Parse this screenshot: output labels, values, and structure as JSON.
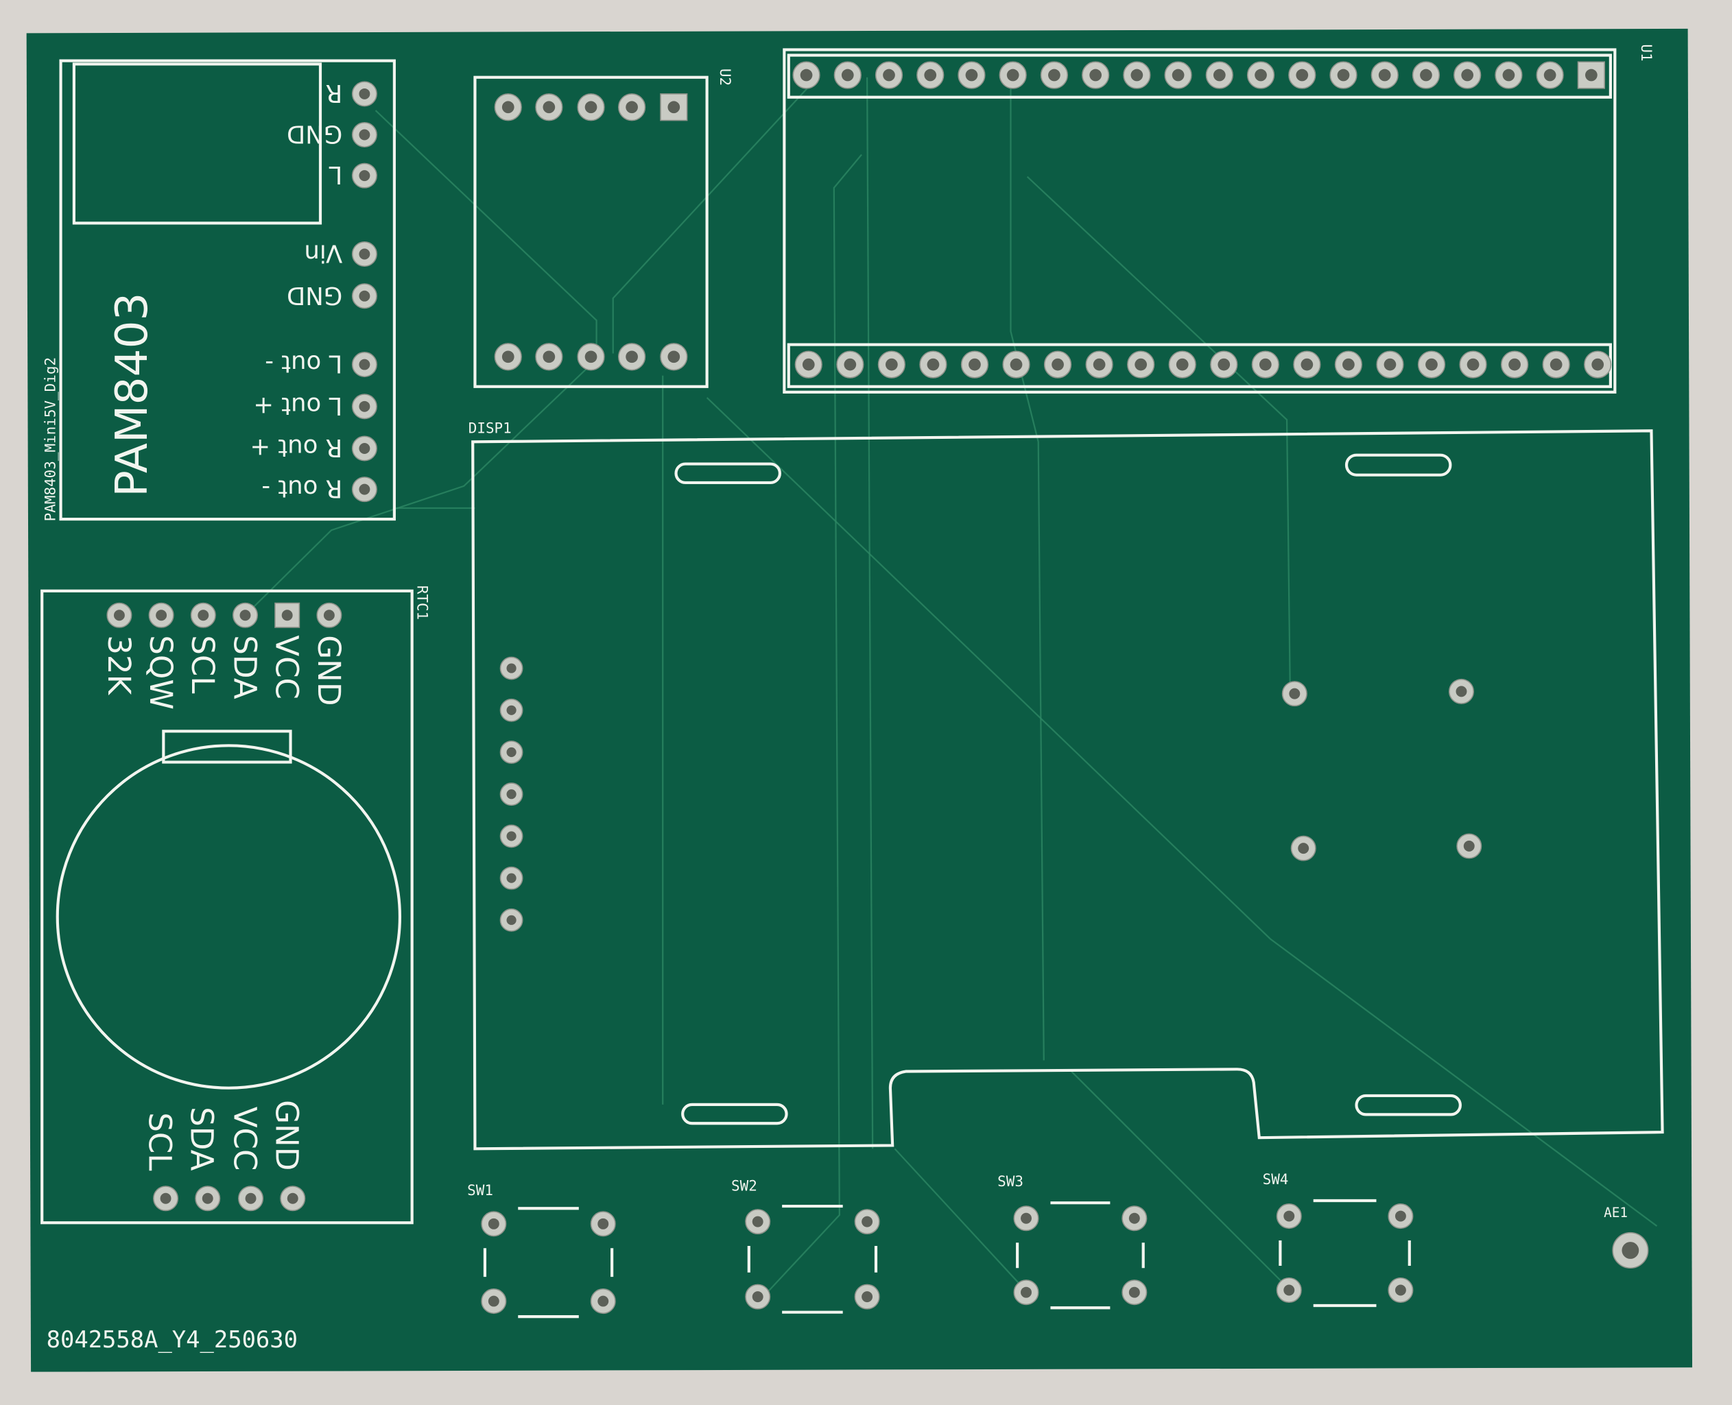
{
  "colors": {
    "board": "#0c5c44",
    "silkscreen": "#f2f5ef",
    "pad": "#c9cbc4",
    "background": "#d9d5d0"
  },
  "board_id": "8042558A_Y4_250630",
  "pam8403": {
    "side_label": "PAM8403_Mini5V_Dig2",
    "title": "PAM8403",
    "pins": [
      "R",
      "GND",
      "L",
      "Vin",
      "GND",
      "L out  -",
      "L out  +",
      "R out  +",
      "R out  -"
    ]
  },
  "u2": {
    "ref": "U2"
  },
  "u1": {
    "ref": "U1"
  },
  "disp1": {
    "ref": "DISP1"
  },
  "rtc1": {
    "ref": "RTC1",
    "top_pins": [
      "32K",
      "SQW",
      "SCL",
      "SDA",
      "VCC",
      "GND"
    ],
    "bottom_pins": [
      "SCL",
      "SDA",
      "VCC",
      "GND"
    ]
  },
  "switches": [
    {
      "ref": "SW1"
    },
    {
      "ref": "SW2"
    },
    {
      "ref": "SW3"
    },
    {
      "ref": "SW4"
    }
  ],
  "antenna": {
    "ref": "AE1"
  }
}
